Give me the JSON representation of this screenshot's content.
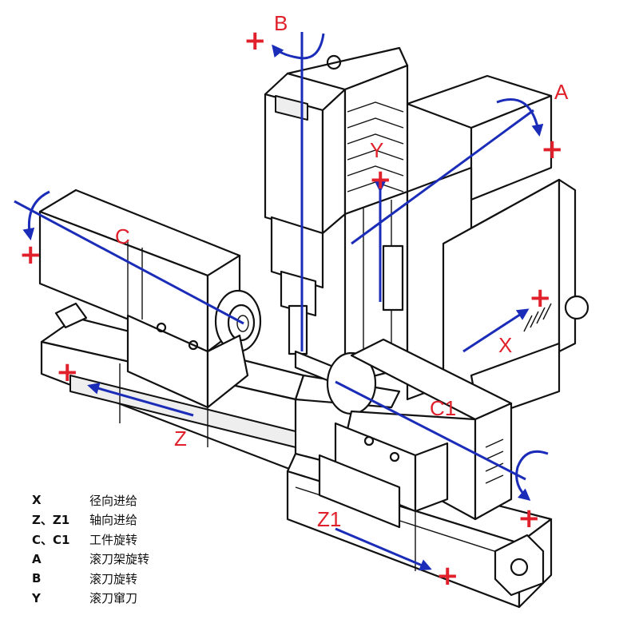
{
  "axes": {
    "B": "B",
    "A": "A",
    "Y": "Y",
    "C": "C",
    "X": "X",
    "Z": "Z",
    "C1": "C1",
    "Z1": "Z1"
  },
  "plus_sign": "+",
  "legend": [
    {
      "key": "X",
      "desc": "径向进给"
    },
    {
      "key": "Z、Z1",
      "desc": "轴向进给"
    },
    {
      "key": "C、C1",
      "desc": "工件旋转"
    },
    {
      "key": "A",
      "desc": "滚刀架旋转"
    },
    {
      "key": "B",
      "desc": "滚刀旋转"
    },
    {
      "key": "Y",
      "desc": "滚刀窜刀"
    }
  ],
  "colors": {
    "axis_line": "#1b2db8",
    "label": "#e0202a",
    "outline": "#111111"
  }
}
